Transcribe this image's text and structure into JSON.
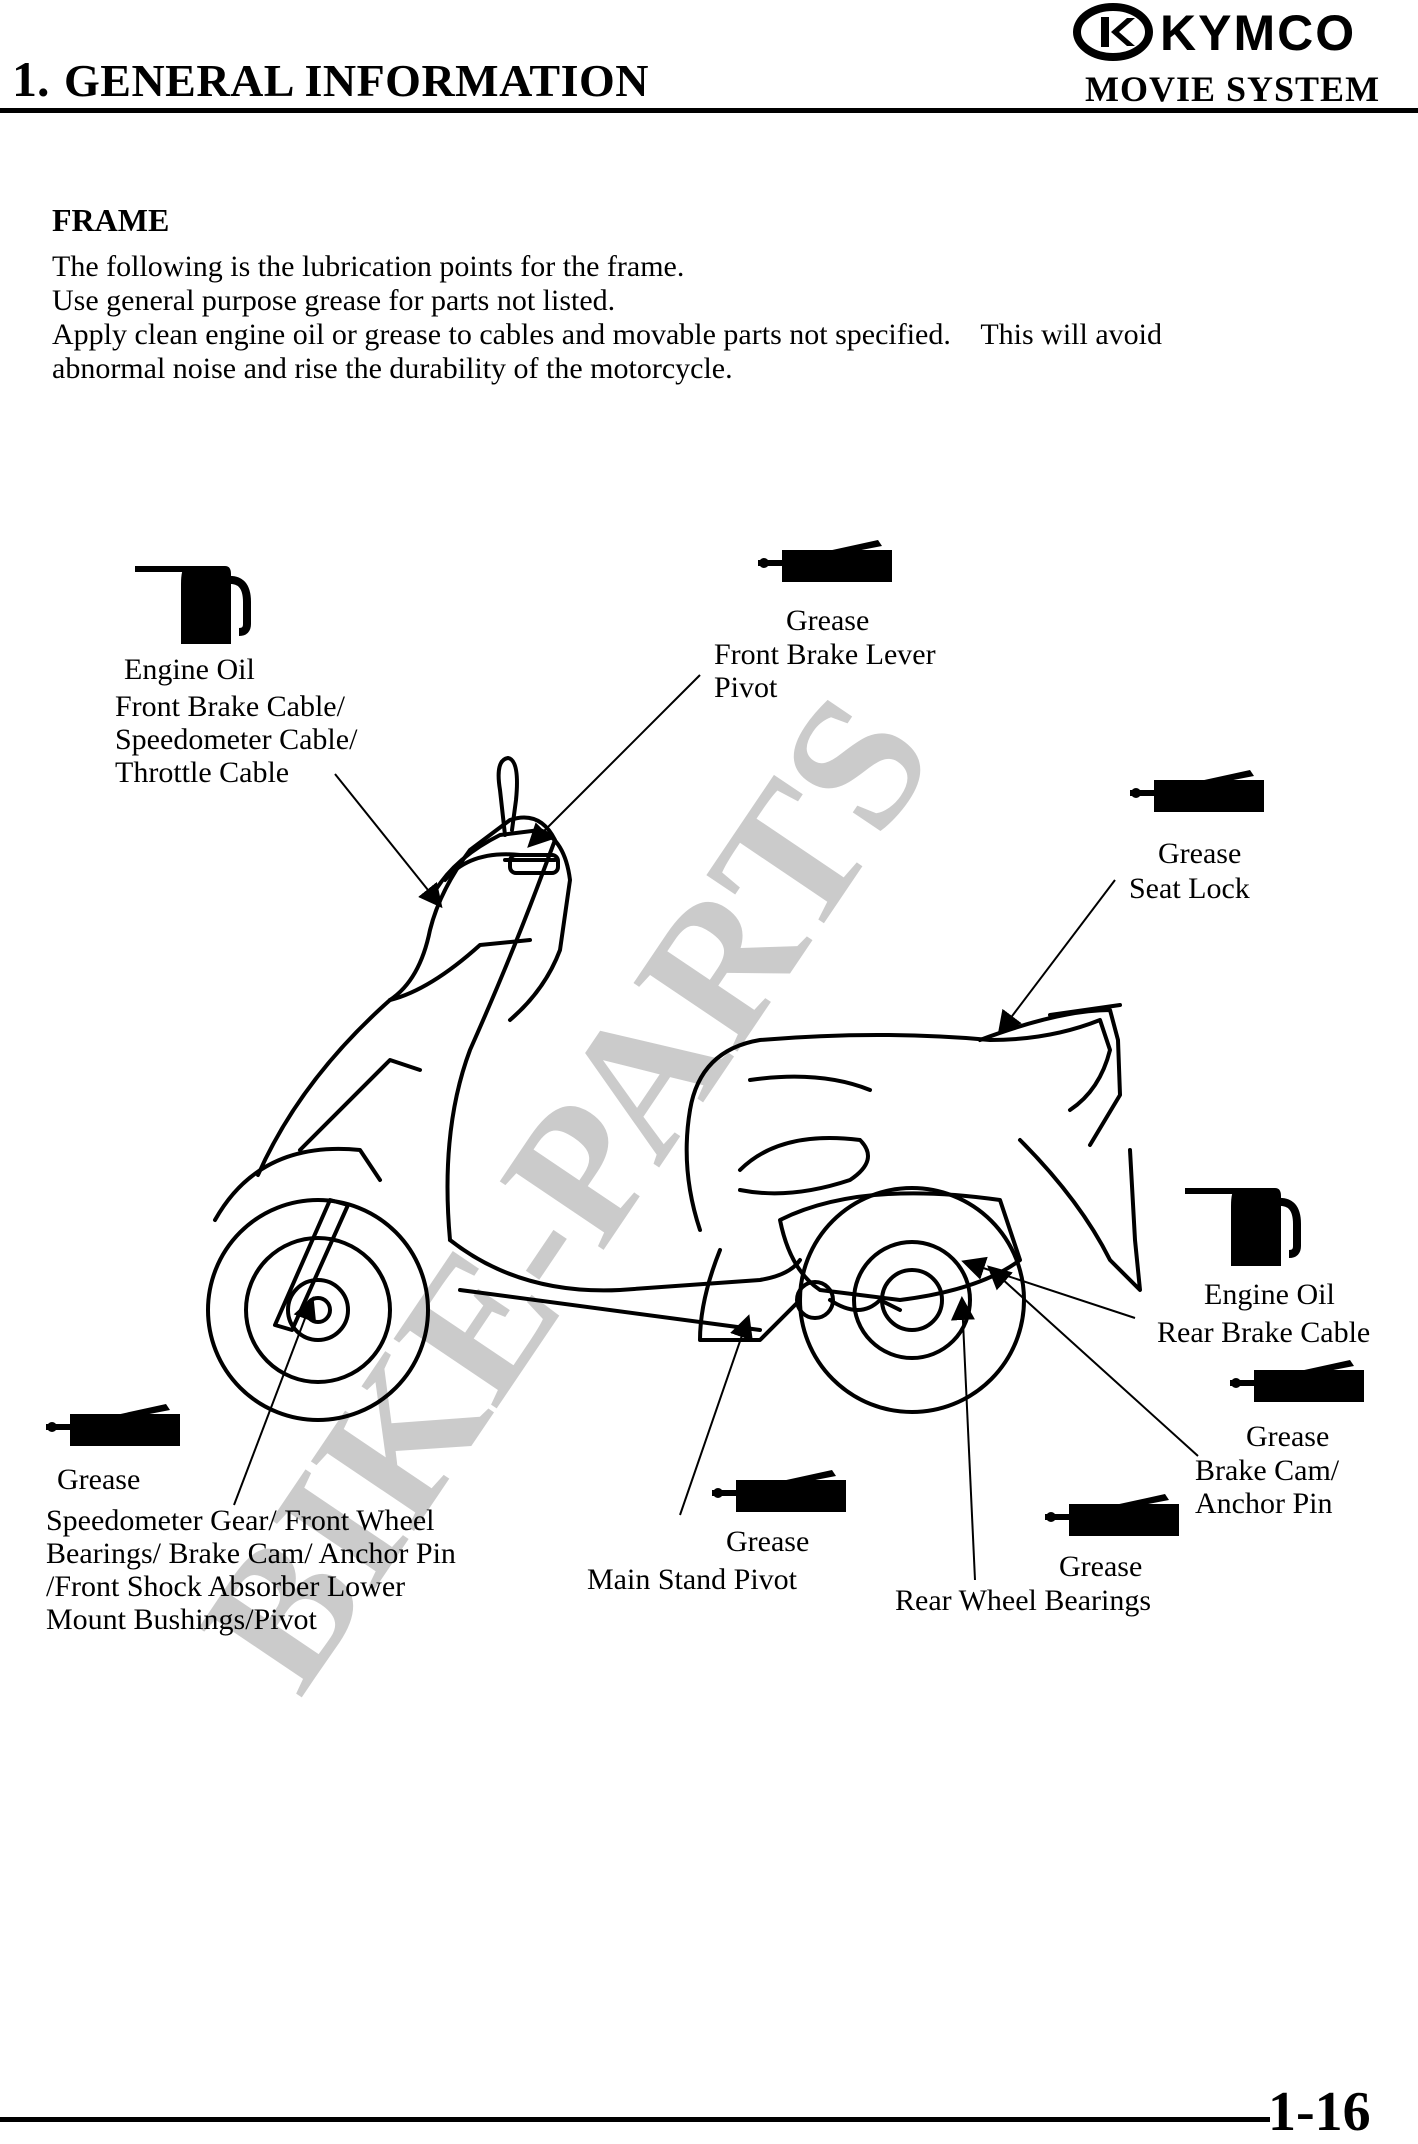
{
  "header": {
    "chapter_number": "1.",
    "chapter_title": "GENERAL INFORMATION",
    "brand": "KYMCO",
    "system": "MOVIE SYSTEM"
  },
  "section": {
    "title": "FRAME",
    "lines": [
      "The following is the lubrication points for the frame.",
      "Use general purpose grease for parts not listed.",
      "Apply clean engine oil or grease to cables and movable parts not specified.    This will avoid",
      "abnormal noise and rise the durability of the motorcycle."
    ]
  },
  "callouts": {
    "front_cables": {
      "type": "Engine Oil",
      "text": "Front Brake Cable/\nSpeedometer Cable/\nThrottle Cable",
      "icon": "oil-can-icon"
    },
    "front_lever": {
      "type": "Grease",
      "text": "Front Brake Lever\nPivot",
      "icon": "grease-gun-icon"
    },
    "seat_lock": {
      "type": "Grease",
      "text": "Seat Lock",
      "icon": "grease-gun-icon"
    },
    "rear_cable": {
      "type": "Engine Oil",
      "text": "Rear Brake Cable",
      "icon": "oil-can-icon"
    },
    "rear_cam": {
      "type": "Grease",
      "text": "Brake Cam/\nAnchor Pin",
      "icon": "grease-gun-icon"
    },
    "front_wheel": {
      "type": "Grease",
      "text": "Speedometer Gear/ Front Wheel\nBearings/ Brake Cam/ Anchor Pin\n/Front Shock Absorber Lower\nMount Bushings/Pivot",
      "icon": "grease-gun-icon"
    },
    "main_stand": {
      "type": "Grease",
      "text": "Main Stand Pivot",
      "icon": "grease-gun-icon"
    },
    "rear_wheel": {
      "type": "Grease",
      "text": "Rear Wheel Bearings",
      "icon": "grease-gun-icon"
    }
  },
  "watermark": "BIKE-PARTS",
  "footer": {
    "page_number": "1-16"
  }
}
